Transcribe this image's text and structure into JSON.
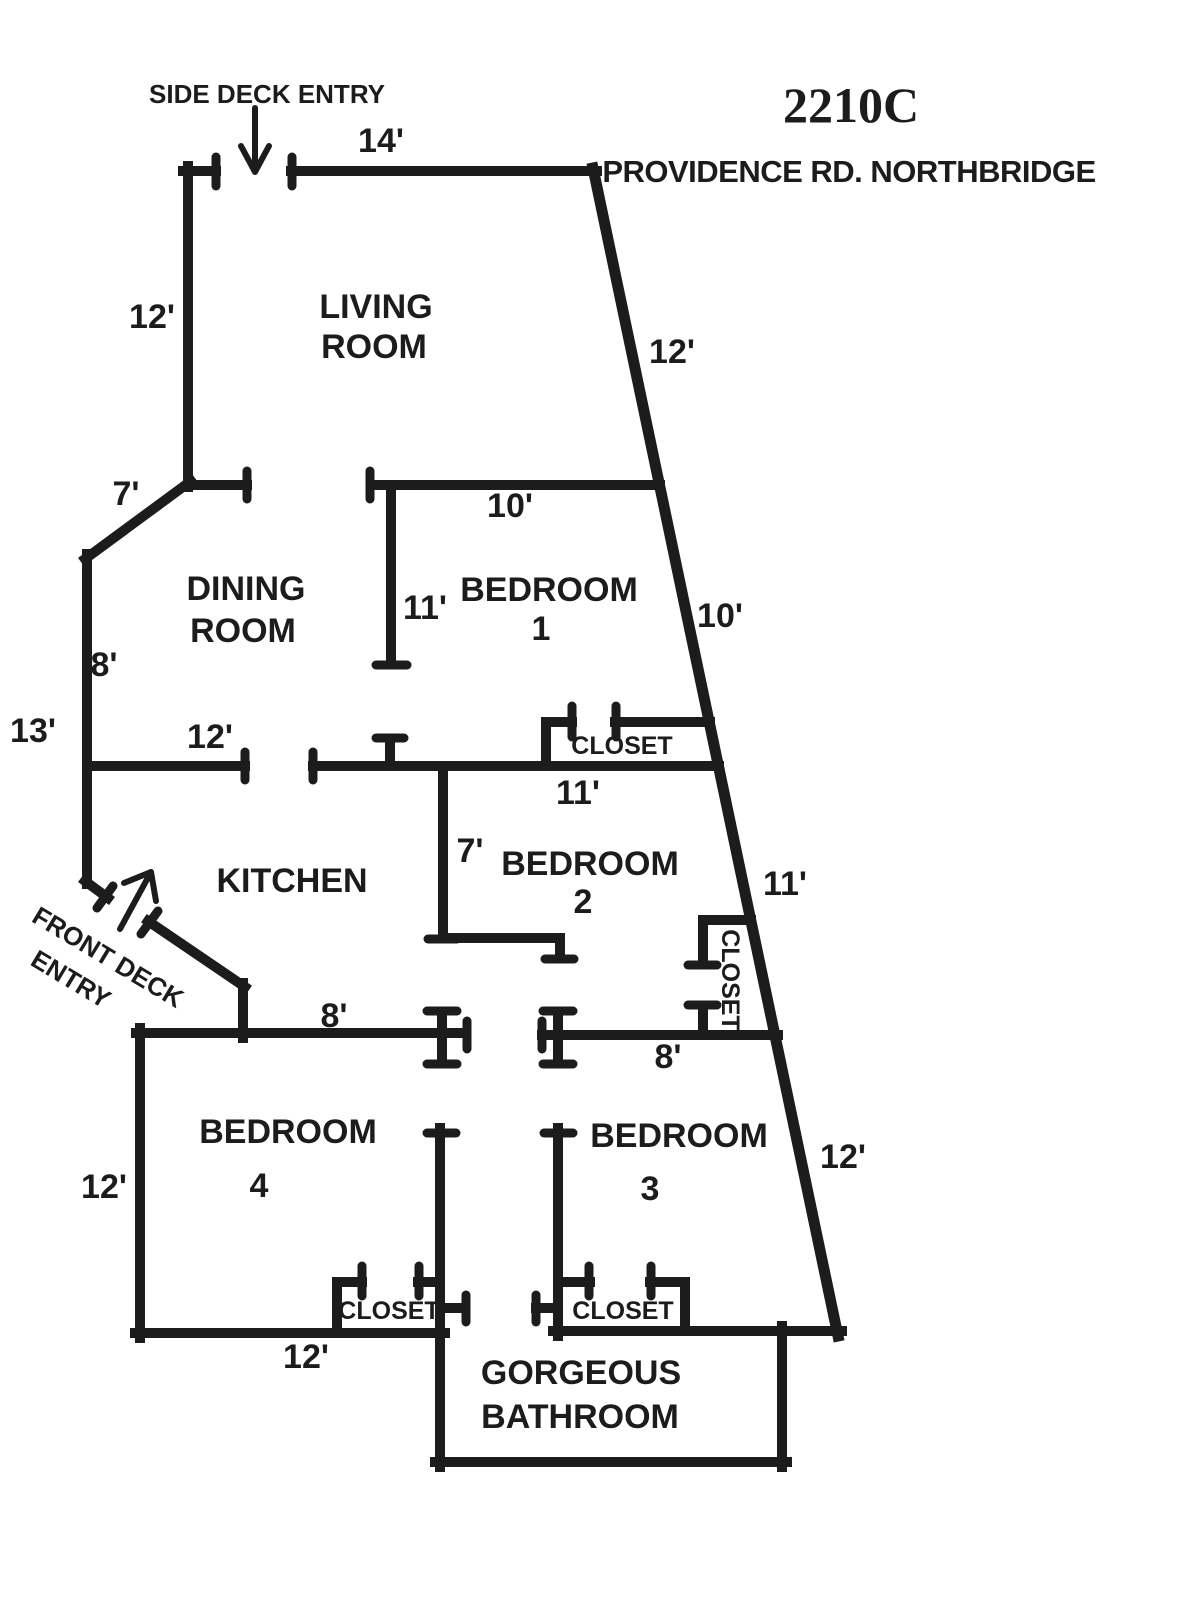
{
  "page": {
    "background": "#ffffff",
    "ink": "#1c1c1c"
  },
  "header": {
    "unit_number": "2210C",
    "street": "PROVIDENCE RD. NORTHBRIDGE"
  },
  "entries": {
    "side_deck": "SIDE DECK ENTRY",
    "front_deck_line1": "FRONT DECK",
    "front_deck_line2": "ENTRY"
  },
  "rooms": {
    "living_room": {
      "line1": "LIVING",
      "line2": "ROOM"
    },
    "dining_room": {
      "line1": "DINING",
      "line2": "ROOM"
    },
    "kitchen": {
      "label": "KITCHEN"
    },
    "bedroom1": {
      "label": "BEDROOM",
      "number": "1"
    },
    "bedroom2": {
      "label": "BEDROOM",
      "number": "2"
    },
    "bedroom3": {
      "label": "BEDROOM",
      "number": "3"
    },
    "bedroom4": {
      "label": "BEDROOM",
      "number": "4"
    },
    "bathroom": {
      "line1": "GORGEOUS",
      "line2": "BATHROOM"
    },
    "closet_label": "CLOSET"
  },
  "dimensions": {
    "living_top": "14'",
    "living_left": "12'",
    "living_right_slant": "12'",
    "dining_diagonal": "7'",
    "dining_left": "8'",
    "left_overall": "13'",
    "kitchen_top": "12'",
    "bedroom1_top": "10'",
    "bedroom1_left": "11'",
    "bedroom1_right_slant": "10'",
    "bedroom2_top": "11'",
    "bedroom2_left": "7'",
    "bedroom2_right_slant": "11'",
    "hall_left": "8'",
    "hall_right": "8'",
    "bedroom4_left": "12'",
    "bedroom4_bottom": "12'",
    "bedroom3_right_slant": "12'"
  }
}
